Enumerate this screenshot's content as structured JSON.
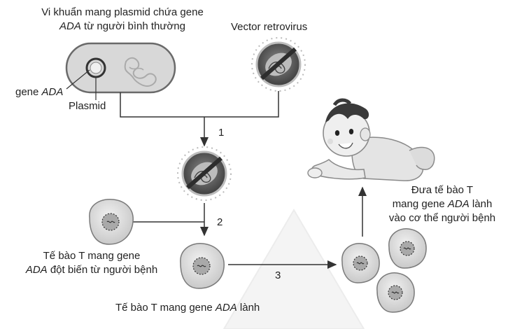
{
  "labels": {
    "bacteria_line1": "Vi khuẩn mang plasmid chứa gene",
    "bacteria_line2_italic": "ADA",
    "bacteria_line2_rest": " từ người bình thường",
    "vector": "Vector retrovirus",
    "gene_prefix": "gene ",
    "gene_italic": "ADA",
    "plasmid": "Plasmid",
    "mutant_line1": "Tế bào T mang gene",
    "mutant_line2_italic": "ADA",
    "mutant_line2_rest": " đột biến từ người bệnh",
    "healthy_prefix": "Tế bào T mang gene ",
    "healthy_italic": "ADA",
    "healthy_suffix": " lành",
    "transfer_line1": "Đưa tế bào T",
    "transfer_line2_prefix": "mang gene ",
    "transfer_line2_italic": "ADA",
    "transfer_line2_suffix": " lành",
    "transfer_line3": "vào cơ thể người bệnh"
  },
  "steps": [
    "1",
    "2",
    "3"
  ],
  "icons": {
    "bacterium": "bacterium-icon",
    "retrovirus": "retrovirus-icon",
    "t_cell": "t-cell-icon",
    "baby": "baby-icon"
  },
  "colors": {
    "line": "#333333",
    "cell_fill": "#dedede",
    "cell_stroke": "#777777",
    "bacteria_fill": "#d8d8d8",
    "virus_core": "#555555"
  }
}
